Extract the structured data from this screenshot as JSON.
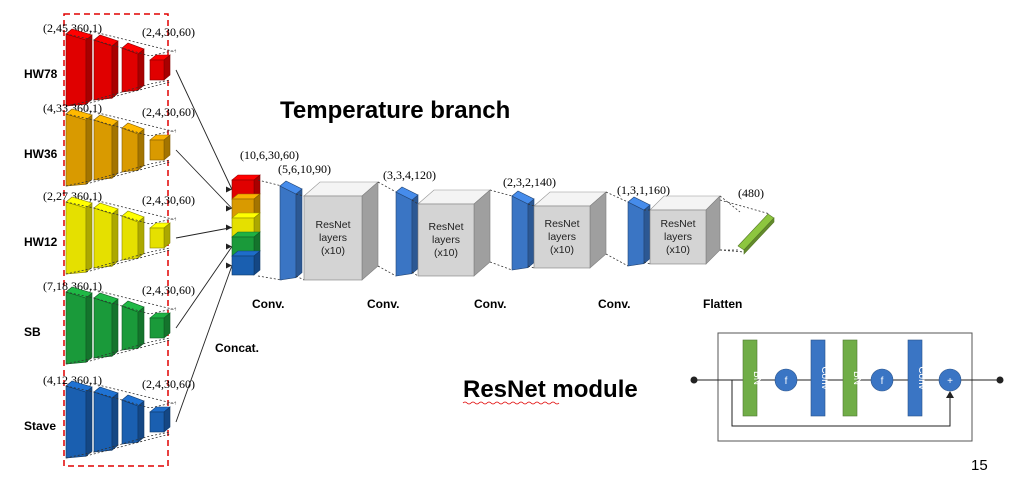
{
  "title": "Temperature branch",
  "page_number": "15",
  "inputs": [
    {
      "name": "HW78",
      "shape": "(2,45,360,1)",
      "out_shape": "(2,4,30,60)",
      "color": "#e00000"
    },
    {
      "name": "HW36",
      "shape": "(4,33,360,1)",
      "out_shape": "(2,4,30,60)",
      "color": "#d99a00"
    },
    {
      "name": "HW12",
      "shape": "(2,27,360,1)",
      "out_shape": "(2,4,30,60)",
      "color": "#e5e000"
    },
    {
      "name": "SB",
      "shape": "(7,18,360,1)",
      "out_shape": "(2,4,30,60)",
      "color": "#1a9a3a"
    },
    {
      "name": "Stave",
      "shape": "(4,12,360,1)",
      "out_shape": "(2,4,30,60)",
      "color": "#1a5fb0"
    }
  ],
  "concat": {
    "label": "Concat.",
    "shape": "(10,6,30,60)"
  },
  "stages": [
    {
      "conv_label": "Conv.",
      "shape": "(5,6,10,90)",
      "block_lines": [
        "ResNet",
        "layers",
        "(x10)"
      ]
    },
    {
      "conv_label": "Conv.",
      "shape": "(3,3,4,120)",
      "block_lines": [
        "ResNet",
        "layers",
        "(x10)"
      ]
    },
    {
      "conv_label": "Conv.",
      "shape": "(2,3,2,140)",
      "block_lines": [
        "ResNet",
        "layers",
        "(x10)"
      ]
    },
    {
      "conv_label": "Conv.",
      "shape": "(1,3,1,160)",
      "block_lines": [
        "ResNet",
        "layers",
        "(x10)"
      ]
    }
  ],
  "flatten": {
    "label": "Flatten",
    "shape": "(480)"
  },
  "resnet_module": {
    "title": "ResNet module",
    "items": [
      "BN",
      "f",
      "Conv",
      "BN",
      "f",
      "Conv",
      "+"
    ]
  },
  "colors": {
    "conv_blue": "#3a75c4",
    "resnet_gray": "#d4d4d4",
    "flatten_green": "#8dc63f",
    "bn_green": "#70ad47",
    "module_blue": "#3a75c4",
    "dashed_box": "#e00000"
  }
}
